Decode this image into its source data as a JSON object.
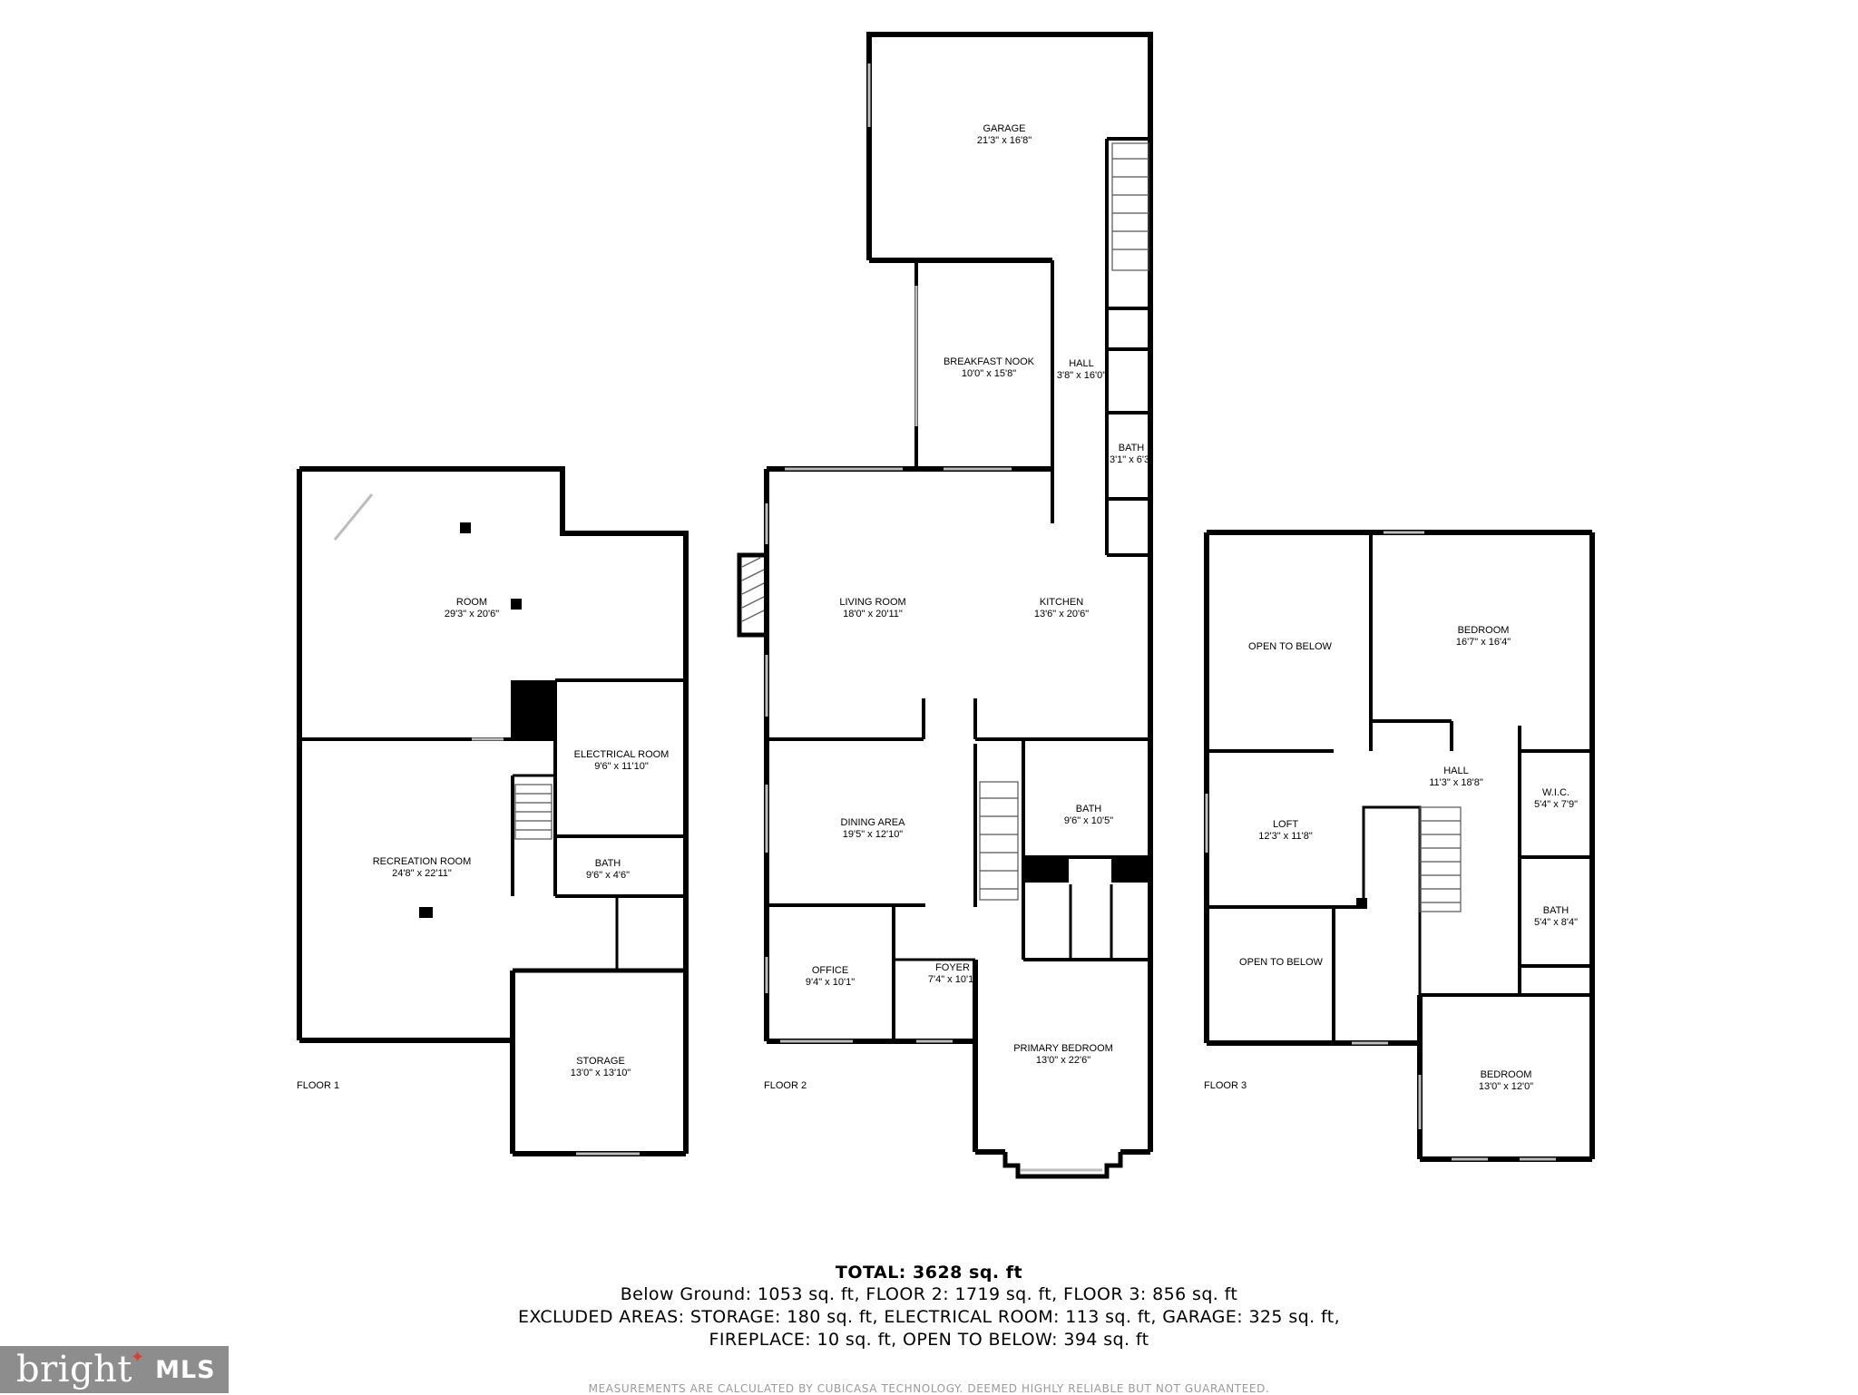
{
  "floors": [
    {
      "label": "FLOOR 1"
    },
    {
      "label": "FLOOR 2"
    },
    {
      "label": "FLOOR 3"
    }
  ],
  "rooms": {
    "f1_room": {
      "name": "ROOM",
      "dims": "29'3\" x 20'6\""
    },
    "f1_recreation": {
      "name": "RECREATION ROOM",
      "dims": "24'8\" x 22'11\""
    },
    "f1_electrical": {
      "name": "ELECTRICAL ROOM",
      "dims": "9'6\" x 11'10\""
    },
    "f1_bath": {
      "name": "BATH",
      "dims": "9'6\" x 4'6\""
    },
    "f1_storage": {
      "name": "STORAGE",
      "dims": "13'0\" x 13'10\""
    },
    "f2_garage": {
      "name": "GARAGE",
      "dims": "21'3\" x 16'8\""
    },
    "f2_nook": {
      "name": "BREAKFAST NOOK",
      "dims": "10'0\" x 15'8\""
    },
    "f2_hall": {
      "name": "HALL",
      "dims": "3'8\" x 16'0\""
    },
    "f2_bath_small": {
      "name": "BATH",
      "dims": "3'1\" x 6'3\""
    },
    "f2_living": {
      "name": "LIVING ROOM",
      "dims": "18'0\" x 20'11\""
    },
    "f2_kitchen": {
      "name": "KITCHEN",
      "dims": "13'6\" x 20'6\""
    },
    "f2_dining": {
      "name": "DINING AREA",
      "dims": "19'5\" x 12'10\""
    },
    "f2_bath": {
      "name": "BATH",
      "dims": "9'6\" x 10'5\""
    },
    "f2_office": {
      "name": "OFFICE",
      "dims": "9'4\" x 10'1\""
    },
    "f2_foyer": {
      "name": "FOYER",
      "dims": "7'4\" x 10'1\""
    },
    "f2_primary": {
      "name": "PRIMARY BEDROOM",
      "dims": "13'0\" x 22'6\""
    },
    "f3_open1": {
      "name": "OPEN TO BELOW",
      "dims": ""
    },
    "f3_bedroom1": {
      "name": "BEDROOM",
      "dims": "16'7\" x 16'4\""
    },
    "f3_hall": {
      "name": "HALL",
      "dims": "11'3\" x 18'8\""
    },
    "f3_loft": {
      "name": "LOFT",
      "dims": "12'3\" x 11'8\""
    },
    "f3_wic": {
      "name": "W.I.C.",
      "dims": "5'4\" x 7'9\""
    },
    "f3_bath": {
      "name": "BATH",
      "dims": "5'4\" x 8'4\""
    },
    "f3_open2": {
      "name": "OPEN TO BELOW",
      "dims": ""
    },
    "f3_bedroom2": {
      "name": "BEDROOM",
      "dims": "13'0\" x 12'0\""
    }
  },
  "summary": {
    "total": "TOTAL: 3628 sq. ft",
    "line1": "Below Ground: 1053 sq. ft, FLOOR 2: 1719 sq. ft, FLOOR 3: 856 sq. ft",
    "line2": "EXCLUDED AREAS: STORAGE: 180 sq. ft, ELECTRICAL ROOM: 113 sq. ft, GARAGE: 325 sq. ft,",
    "line3": "FIREPLACE: 10 sq. ft, OPEN TO BELOW: 394 sq. ft",
    "disclaimer": "MEASUREMENTS ARE CALCULATED BY CUBICASA TECHNOLOGY. DEEMED HIGHLY RELIABLE BUT NOT GUARANTEED."
  },
  "logo": {
    "brand": "bright",
    "suffix": "MLS"
  },
  "colors": {
    "wall": "#000000",
    "window": "#bdbdbd",
    "background": "#ffffff",
    "logo_bg": "#8d8d8d",
    "logo_accent": "#e43a2c"
  }
}
